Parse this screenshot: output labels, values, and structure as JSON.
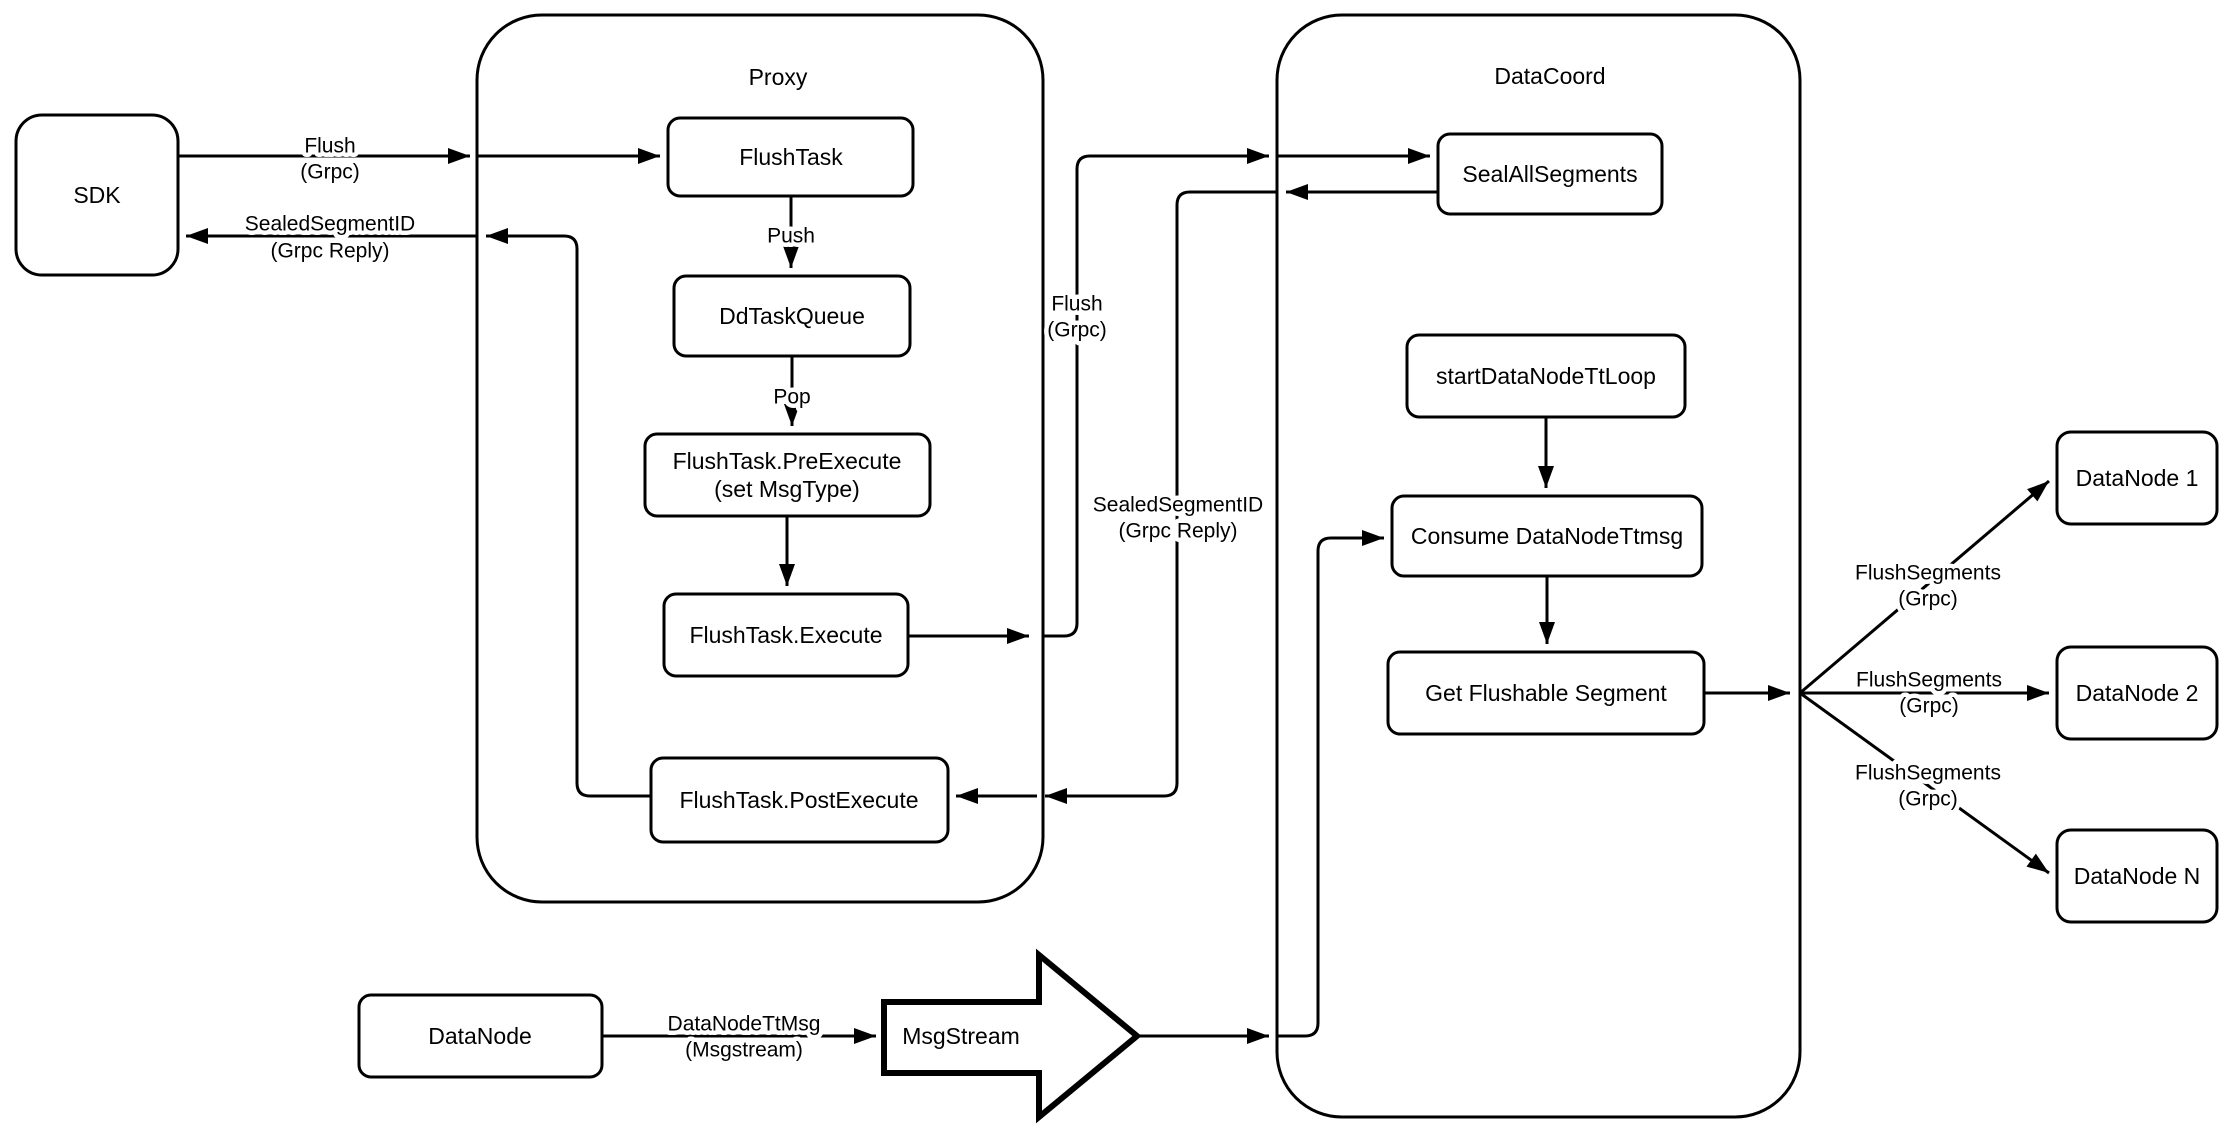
{
  "containers": {
    "proxy": {
      "label": "Proxy"
    },
    "datacoord": {
      "label": "DataCoord"
    }
  },
  "nodes": {
    "sdk": {
      "label": "SDK"
    },
    "flush_task": {
      "label": "FlushTask"
    },
    "dd_task_queue": {
      "label": "DdTaskQueue"
    },
    "flush_task_pre_execute": {
      "label_lines": [
        "FlushTask.PreExecute",
        "(set MsgType)"
      ]
    },
    "flush_task_execute": {
      "label": "FlushTask.Execute"
    },
    "flush_task_post_execute": {
      "label": "FlushTask.PostExecute"
    },
    "seal_all_segments": {
      "label": "SealAllSegments"
    },
    "start_datanode_tt_loop": {
      "label": "startDataNodeTtLoop"
    },
    "consume_datanode_ttmsg": {
      "label": "Consume DataNodeTtmsg"
    },
    "get_flushable_segment": {
      "label": "Get Flushable Segment"
    },
    "datanode_1": {
      "label": "DataNode 1"
    },
    "datanode_2": {
      "label": "DataNode 2"
    },
    "datanode_n": {
      "label": "DataNode N"
    },
    "datanode_bottom": {
      "label": "DataNode"
    },
    "msgstream": {
      "label": "MsgStream"
    }
  },
  "edge_labels": {
    "flush_grpc_left": [
      "Flush",
      "(Grpc)"
    ],
    "sealed_segment_id_left": [
      "SealedSegmentID",
      "(Grpc Reply)"
    ],
    "push": [
      "Push"
    ],
    "pop": [
      "Pop"
    ],
    "flush_grpc_mid": [
      "Flush",
      "(Grpc)"
    ],
    "sealed_segment_id_mid": [
      "SealedSegmentID",
      "(Grpc Reply)"
    ],
    "flush_segments_1": [
      "FlushSegments",
      "(Grpc)"
    ],
    "flush_segments_2": [
      "FlushSegments",
      "(Grpc)"
    ],
    "flush_segments_3": [
      "FlushSegments",
      "(Grpc)"
    ],
    "datanode_tt_msg": [
      "DataNodeTtMsg",
      "(Msgstream)"
    ]
  },
  "colors": {
    "stroke": "#000000",
    "fill": "#ffffff",
    "background": "#ffffff",
    "text": "#000000"
  }
}
